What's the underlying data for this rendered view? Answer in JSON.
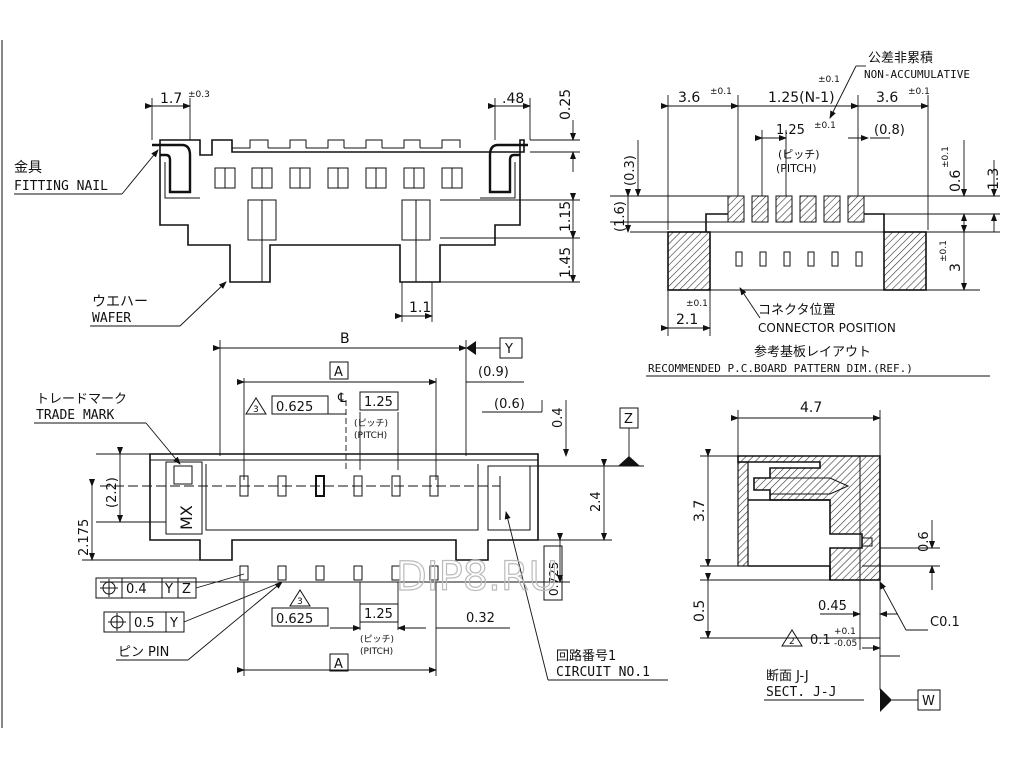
{
  "watermark": "DIP8.RU",
  "top_view": {
    "dim_1_7": "1.7",
    "dim_1_7_tol": "±0.3",
    "dim_48": ".48",
    "dim_0_25": "0.25",
    "dim_1_15": "1.15",
    "dim_1_45": "1.45",
    "dim_1_1": "1.1",
    "fitting_nail_jp": "金具",
    "fitting_nail_en": "FITTING NAIL",
    "wafer_jp": "ウエハー",
    "wafer_en": "WAFER"
  },
  "pcb_layout": {
    "dim_3_6_left": "3.6",
    "dim_3_6_left_tol": "±0.1",
    "dim_pitch_total": "1.25(N-1)",
    "dim_pitch_total_tol": "±0.1",
    "dim_3_6_right": "3.6",
    "dim_3_6_right_tol": "±0.1",
    "non_accum_jp": "公差非累積",
    "non_accum_en": "NON-ACCUMULATIVE",
    "dim_1_25": "1.25",
    "dim_1_25_tol": "±0.1",
    "dim_0_8": "(0.8)",
    "pitch_jp": "(ピッチ)",
    "pitch_en": "(PITCH)",
    "dim_0_3": "(0.3)",
    "dim_1_6": "(1.6)",
    "dim_0_6": "0.6",
    "dim_0_6_tol": "±0.1",
    "dim_1_3": "1.3",
    "dim_3": "3",
    "dim_3_tol": "±0.1",
    "dim_2_1": "2.1",
    "dim_2_1_tol": "±0.1",
    "conn_pos_jp": "コネクタ位置",
    "conn_pos_en": "CONNECTOR POSITION",
    "title_jp": "参考基板レイアウト",
    "title_en": "RECOMMENDED P.C.BOARD PATTERN DIM.(REF.)"
  },
  "front_view": {
    "dim_B": "B",
    "datum_Y": "Y",
    "dim_A": "A",
    "dim_0_9": "(0.9)",
    "trade_mark_jp": "トレードマーク",
    "trade_mark_en": "TRADE MARK",
    "note_3": "3",
    "dim_0_625": "0.625",
    "dim_1_25": "1.25",
    "pitch_jp": "(ピッチ)",
    "pitch_en": "(PITCH)",
    "dim_0_6": "(0.6)",
    "dim_0_4": "0.4",
    "datum_Z": "Z",
    "dim_2_2": "(2.2)",
    "dim_2_4": "2.4",
    "dim_2_175": "2.175",
    "logo": "MX",
    "tol_pos_1": "0.4",
    "tol_pos_1_ref_a": "Y",
    "tol_pos_1_ref_b": "Z",
    "tol_pos_2": "0.5",
    "tol_pos_2_ref": "Y",
    "dim_0_725": "0.725",
    "dim_0_32": "0.32",
    "pin_jp": "ピン",
    "pin_en": "PIN",
    "circuit_jp": "回路番号1",
    "circuit_en": "CIRCUIT NO.1"
  },
  "section_view": {
    "dim_4_7": "4.7",
    "dim_3_7": "3.7",
    "dim_0_6": "0.6",
    "dim_0_45": "0.45",
    "dim_0_5": "0.5",
    "chamfer": "C0.1",
    "note_2": "2",
    "dim_0_1": "0.1",
    "dim_0_1_tol_up": "+0.1",
    "dim_0_1_tol_dn": "-0.05",
    "sect_jp": "断面 J-J",
    "sect_en": "SECT. J-J",
    "datum_W": "W"
  }
}
